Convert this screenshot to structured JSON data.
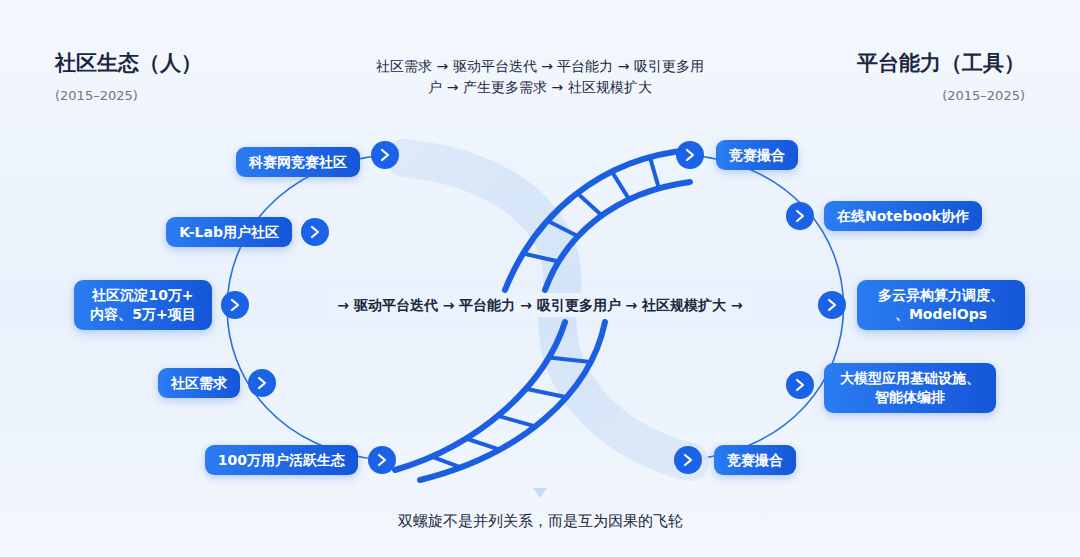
{
  "diagram": {
    "caption": "双螺旋不是并列关系，而是互为因果的飞轮",
    "nodes": [
      {
        "text": [
          "科赛网竞赛社区"
        ]
      },
      {
        "text": [
          "K-Lab用户社区"
        ]
      },
      {
        "text": [
          "社区沉淀10万+ 内容、5万+项目"
        ]
      },
      {
        "text": [
          "社区需求"
        ]
      },
      {
        "text": [
          "100万用户活跃生态"
        ]
      },
      {
        "text": [
          "竞赛撮合"
        ]
      },
      {
        "text": [
          "在线Notebook协作"
        ]
      },
      {
        "text": [
          "多云异构算力调度、 、ModelOps"
        ]
      },
      {
        "text": [
          "大模型应用基础设施、智能体编排"
        ]
      },
      {
        "text": [
          "竞赛撮合"
        ]
      }
    ],
    "labels": [
      "社区生态（人）",
      "(2015–2025)",
      "平台能力（工具）",
      "(2015–2025)",
      "社区需求 → 驱动平台迭代 → 平台能力 → 吸引更多用户 → 产生更多需求 → 社区规模扩大",
      "→ 驱动平台迭代 → 平台能力 → 吸引更多用户 → 社区规模扩大 →"
    ]
  }
}
